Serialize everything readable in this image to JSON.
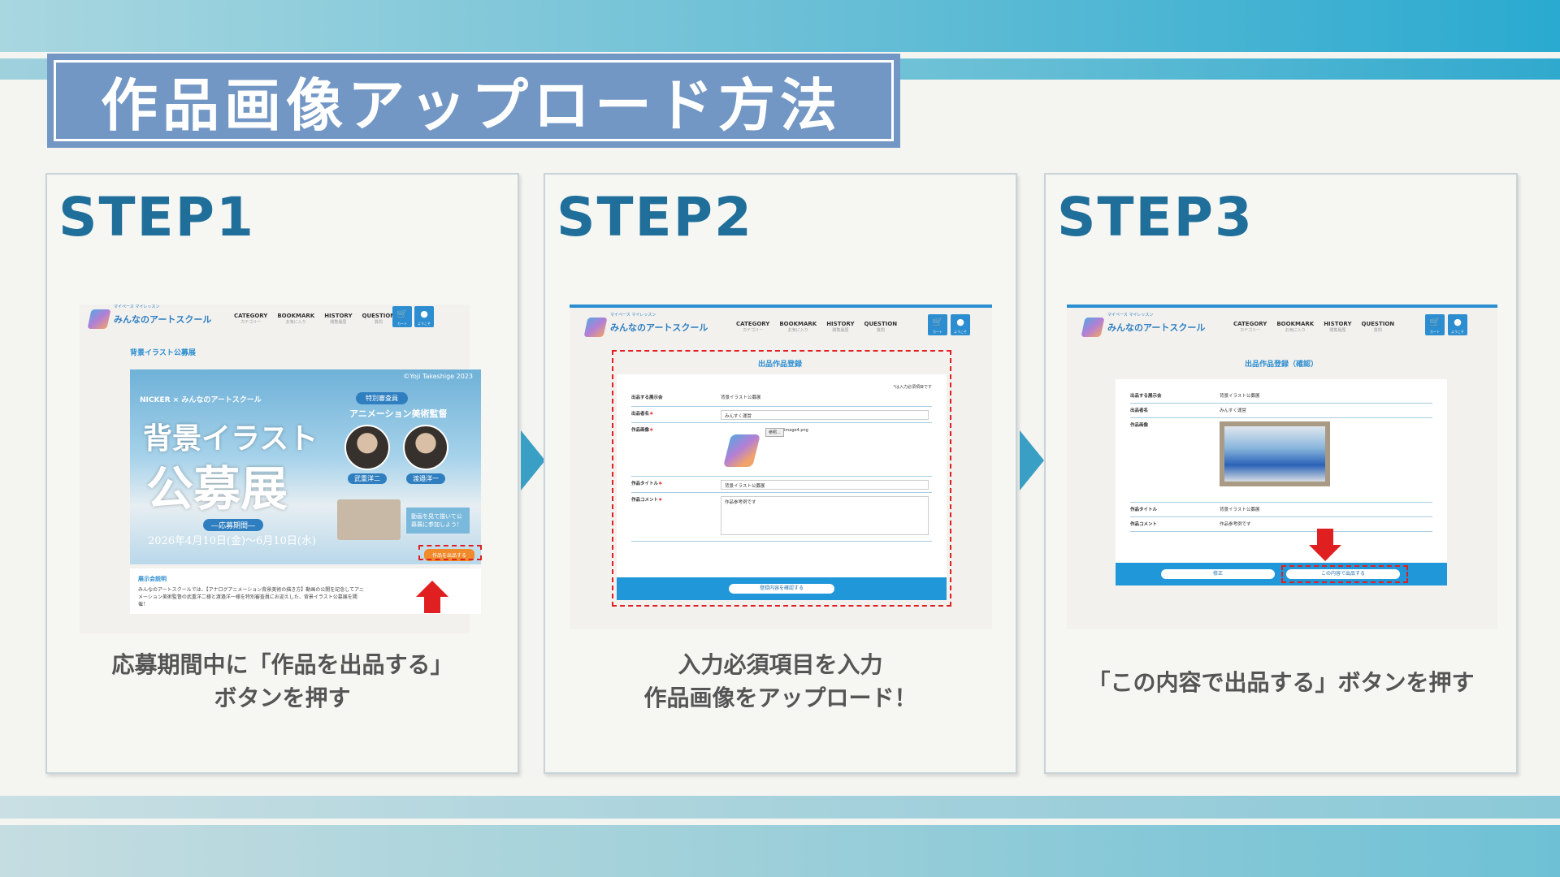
{
  "title": "作品画像アップロード方法",
  "colors": {
    "accent": "#1f6f9a",
    "title_bg": "#7397c4",
    "arrow": "#3a9fc4",
    "highlight": "#e02020"
  },
  "site": {
    "logo_text": "みんなのアートスクール",
    "logo_sub": "マイペース マイレッスン",
    "nav": [
      {
        "label": "CATEGORY",
        "sub": "カテゴリー"
      },
      {
        "label": "BOOKMARK",
        "sub": "お気に入り"
      },
      {
        "label": "HISTORY",
        "sub": "閲覧履歴"
      },
      {
        "label": "QUESTION",
        "sub": "質問"
      }
    ],
    "cart_label": "カート",
    "user_label": "ようこそ"
  },
  "steps": [
    {
      "label": "STEP1",
      "caption_line1": "応募期間中に「作品を出品する」",
      "caption_line2": "ボタンを押す",
      "screen": {
        "section_title": "背景イラスト公募展",
        "poster": {
          "copyright": "©Yoji Takeshige 2023",
          "brand": "NICKER × みんなのアートスクール",
          "headline1": "背景イラスト",
          "headline2": "公募展",
          "judge_badge": "特別審査員",
          "judge_role": "アニメーション美術監督",
          "judge1": "武重洋二",
          "judge2": "渡邉洋一",
          "period_label": "―応募期間―",
          "period": "2026年4月10日(金)〜6月10日(水)",
          "note": "動画を見て描いて公募展に参加しよう！",
          "submit_button": "作品を出品する"
        },
        "desc_heading": "展示会説明",
        "desc_text": "みんなのアートスクールでは、【アナログアニメーション背景美術の描き方】動画の公開を記念してアニメーション美術監督の武重洋二様と渡邉洋一様を特別審査員にお迎えした、背景イラスト公募展を開催！"
      }
    },
    {
      "label": "STEP2",
      "caption_line1": "入力必須項目を入力",
      "caption_line2": "作品画像をアップロード！",
      "screen": {
        "form_title": "出品作品登録",
        "required_note": "*は入力必須項目です",
        "rows": [
          {
            "label": "出品する展示会",
            "value": "背景イラスト公募展"
          },
          {
            "label": "出品者名",
            "value": "みんすく運営"
          },
          {
            "label": "作品画像",
            "value": "image4.png",
            "browse": "参照..."
          },
          {
            "label": "作品タイトル",
            "value": "背景イラスト公募展"
          },
          {
            "label": "作品コメント",
            "value": "作品参考例です"
          }
        ],
        "confirm_button": "登録内容を確認する"
      }
    },
    {
      "label": "STEP3",
      "caption_line1": "「この内容で出品する」ボタンを押す",
      "screen": {
        "form_title": "出品作品登録（確認）",
        "rows": [
          {
            "label": "出品する展示会",
            "value": "背景イラスト公募展"
          },
          {
            "label": "出品者名",
            "value": "みんすく運営"
          },
          {
            "label": "作品画像",
            "value": ""
          },
          {
            "label": "作品タイトル",
            "value": "背景イラスト公募展"
          },
          {
            "label": "作品コメント",
            "value": "作品参考例です"
          }
        ],
        "back_button": "修正",
        "submit_button": "この内容で出品する"
      }
    }
  ]
}
